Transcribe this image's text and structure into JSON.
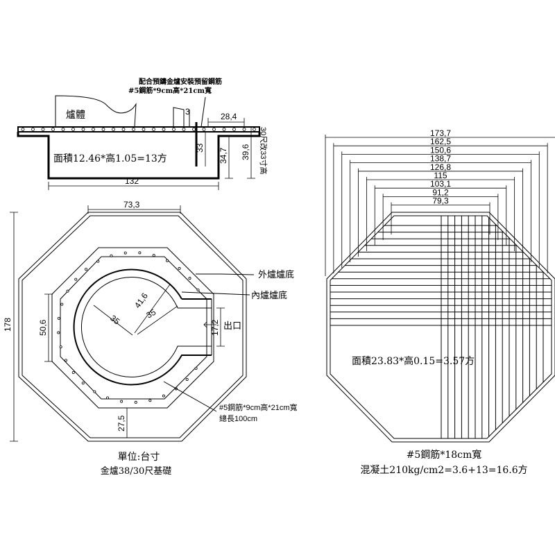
{
  "section": {
    "note_line1": "配合預鑄金爐安裝預留鋼筋",
    "note_line2": "#5鋼筋*9cm高*21cm寬",
    "furnace_label": "爐體",
    "dim_3": "3",
    "dim_28_4": "28,4",
    "dim_33": "33",
    "dim_34_7": "34,7",
    "dim_39_6": "39,6",
    "side_note": "30尺改33寸高",
    "area_formula": "面積12.46*高1.05=13方",
    "dim_132": "132"
  },
  "plan": {
    "dim_73_3": "73,3",
    "dim_178": "178",
    "dim_50_6": "50,6",
    "dim_35a": "35",
    "dim_41_6": "41,6",
    "dim_35b": "35",
    "dim_17_2": "17,2",
    "outlet": "出口",
    "dim_27_5": "27,5",
    "outer_base": "外爐爐底",
    "inner_base": "內爐爐底",
    "rebar_note1": "#5鋼筋*9cm高*21cm寬",
    "rebar_note2": "總長100cm",
    "unit": "單位:台寸",
    "caption": "金爐38/30尺基礎"
  },
  "slab": {
    "widths": [
      "173,7",
      "162,5",
      "150,6",
      "138,7",
      "126,8",
      "115",
      "103,1",
      "91,2",
      "79,3"
    ],
    "area_formula": "面積23.83*高0.15=3.57方",
    "rebar": "#5鋼筋*18cm寬",
    "concrete": "混凝土210kg/cm2=3.6+13=16.6方"
  }
}
